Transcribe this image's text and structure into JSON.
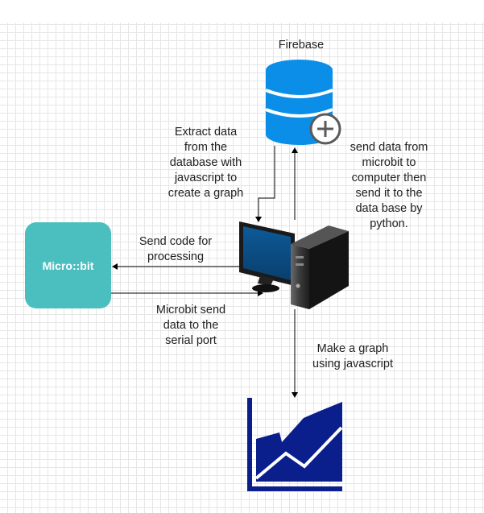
{
  "diagram": {
    "nodes": {
      "firebase": {
        "label": "Firebase",
        "icon": "database-add-icon"
      },
      "microbit": {
        "label": "Micro::bit"
      },
      "computer": {
        "icon": "desktop-computer-icon"
      },
      "graph": {
        "icon": "area-chart-icon"
      }
    },
    "edges": {
      "extract": "Extract data\nfrom the\ndatabase with\njavascript to\ncreate a graph",
      "send_db": "send data from\nmicrobit to\ncomputer then\nsend it to the\ndata base by\npython.",
      "send_code": "Send code for\nprocessing",
      "serial": "Microbit send\ndata to the\nserial port",
      "make_graph": "Make a graph\nusing javascript"
    },
    "colors": {
      "database": "#0a8ee8",
      "microbit": "#4bbfc0",
      "chart": "#0b1f8c",
      "monitor_screen": "#0a4e86"
    }
  }
}
